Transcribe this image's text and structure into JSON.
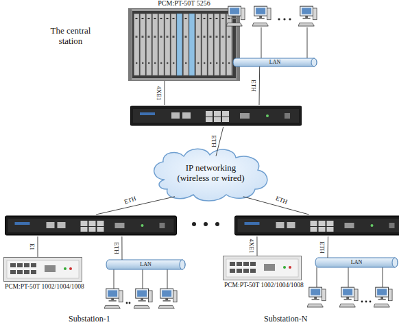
{
  "diagram": {
    "nodes": [
      {
        "text": [
          "PCM:PT-50T 5256",
          "The central station"
        ]
      },
      {
        "text": [
          "LAN"
        ]
      },
      {
        "text": []
      },
      {
        "text": [
          "IP networking (wireless or wired)"
        ]
      },
      {
        "text": []
      },
      {
        "text": []
      },
      {
        "text": [
          "PCM:PT-50T 1002/1004/1008"
        ]
      },
      {
        "text": [
          "LAN"
        ]
      },
      {
        "text": [
          "PCM:PT-50T 1002/1004/1008"
        ]
      },
      {
        "text": [
          "LAN"
        ]
      }
    ],
    "edges": [
      {
        "from": 0,
        "to": 2,
        "arrow": "none",
        "label": "4XE1"
      },
      {
        "from": 1,
        "to": 2,
        "arrow": "none",
        "label": "ETH"
      },
      {
        "from": 2,
        "to": 3,
        "arrow": "none",
        "label": "ETH"
      },
      {
        "from": 3,
        "to": 4,
        "arrow": "none",
        "label": "ETH"
      },
      {
        "from": 3,
        "to": 5,
        "arrow": "none",
        "label": "ETH"
      },
      {
        "from": 4,
        "to": 6,
        "arrow": "none",
        "label": "E1"
      },
      {
        "from": 4,
        "to": 7,
        "arrow": "none",
        "label": "ETH"
      },
      {
        "from": 5,
        "to": 8,
        "arrow": "none",
        "label": "4XE1"
      },
      {
        "from": 5,
        "to": 9,
        "arrow": "none",
        "label": "ETH"
      }
    ],
    "labels": [
      "Substation-1",
      "Substation-N"
    ]
  }
}
